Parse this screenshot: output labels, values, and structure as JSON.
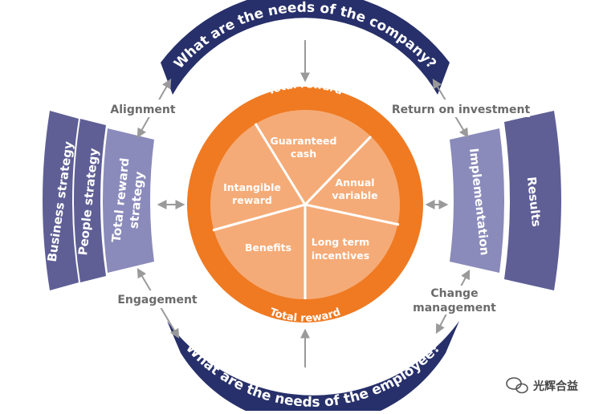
{
  "top_banner": {
    "label": "What are the needs of the company?"
  },
  "bottom_banner": {
    "label": "What are the needs of the employee?"
  },
  "ring": {
    "top_label": "Total reward",
    "bottom_label": "Total reward"
  },
  "slices": {
    "guaranteed_cash": {
      "line1": "Guaranteed",
      "line2": "cash"
    },
    "annual_variable": {
      "line1": "Annual",
      "line2": "variable"
    },
    "long_term_incentives": {
      "line1": "Long term",
      "line2": "incentives"
    },
    "benefits": {
      "line1": "Benefits"
    },
    "intangible_reward": {
      "line1": "Intangible",
      "line2": "reward"
    }
  },
  "left_bands": {
    "business_strategy": "Business strategy",
    "people_strategy": "People strategy",
    "total_reward_strategy": {
      "line1": "Total reward",
      "line2": "strategy"
    }
  },
  "right_bands": {
    "implementation": "Implementation",
    "results": "Results"
  },
  "connectors": {
    "alignment": "Alignment",
    "return_on_investment": "Return on investment",
    "engagement": "Engagement",
    "change_management": {
      "line1": "Change",
      "line2": "management"
    }
  },
  "watermark": {
    "label": "光辉合益"
  },
  "colors": {
    "navy": "#27306a",
    "orange": "#ef7a22",
    "peach": "#f5ab77",
    "purple_dark": "#5f5f96",
    "purple_light": "#8a8abb",
    "connector_gray": "#9a9a9a"
  }
}
